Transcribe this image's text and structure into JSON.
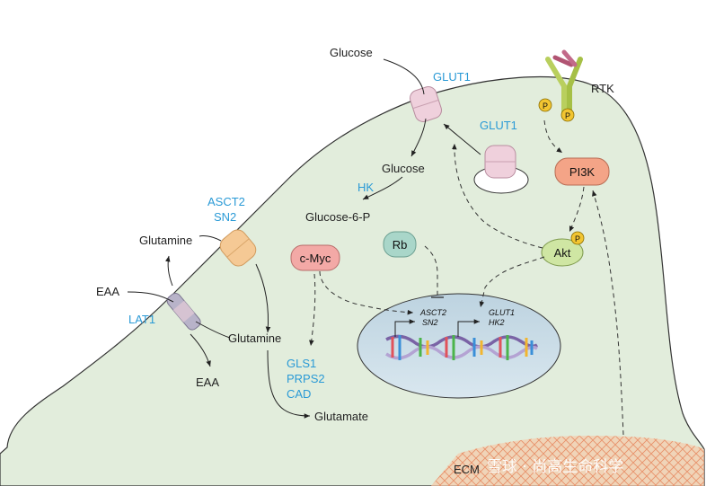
{
  "labels": {
    "glucose_out": "Glucose",
    "glut1_membrane": "GLUT1",
    "glut1_vesicle": "GLUT1",
    "rtk": "RTK",
    "glucose_in": "Glucose",
    "hk": "HK",
    "glucose6p": "Glucose-6-P",
    "asct2": "ASCT2",
    "sn2": "SN2",
    "glutamine_out": "Glutamine",
    "eaa_in": "EAA",
    "lat1": "LAT1",
    "glutamine_in": "Glutamine",
    "eaa_out": "EAA",
    "gls1": "GLS1",
    "prps2": "PRPS2",
    "cad": "CAD",
    "glutamate": "Glutamate",
    "ecm": "ECM"
  },
  "nodes": {
    "cmyc": "c-Myc",
    "rb": "Rb",
    "pi3k": "PI3K",
    "akt": "Akt",
    "phospho": "P"
  },
  "genes": {
    "asct2": "ASCT2",
    "sn2": "SN2",
    "glut1": "GLUT1",
    "hk2": "HK2"
  },
  "watermark": "雪球 · 尚高生命科学",
  "colors": {
    "cell_fill": "#e2eddc",
    "nucleus_fill": "#c7dbe6",
    "pi3k": "#f4a487",
    "akt": "#cfe6a3",
    "cmyc": "#f3a9a6",
    "rb": "#a9d6c9",
    "asct2": "#f5c995",
    "glut1": "#efd0dc",
    "text_blue": "#2a9ad6",
    "phospho": "#f2c531",
    "ecm": "#f0a87a"
  }
}
